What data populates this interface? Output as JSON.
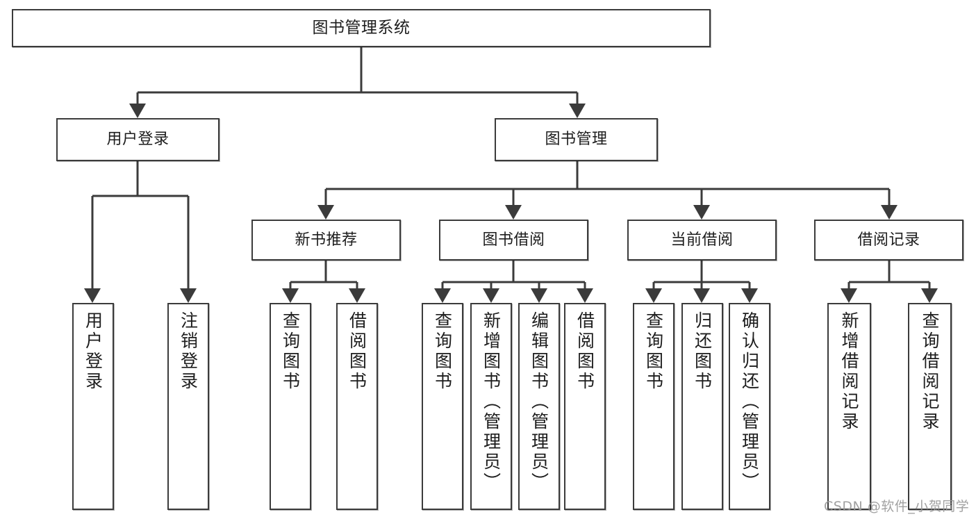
{
  "diagram": {
    "title": "图书管理系统",
    "type": "tree-hierarchy-chart",
    "stroke_color": "#3b3b3b",
    "fill_color": "#ffffff",
    "text_color": "#1d1d1d"
  },
  "nodes": {
    "root": {
      "label": "图书管理系统"
    },
    "level2": [
      {
        "label": "用户登录"
      },
      {
        "label": "图书管理"
      }
    ],
    "level3": [
      {
        "label": "新书推荐"
      },
      {
        "label": "图书借阅"
      },
      {
        "label": "当前借阅"
      },
      {
        "label": "借阅记录"
      }
    ],
    "leaves_user_login": [
      {
        "label": "用户登录"
      },
      {
        "label": "注销登录"
      }
    ],
    "leaves_new_book": [
      {
        "label": "查询图书"
      },
      {
        "label": "借阅图书"
      }
    ],
    "leaves_borrow": [
      {
        "label": "查询图书"
      },
      {
        "label": "新增图书（管理员）"
      },
      {
        "label": "编辑图书（管理员）"
      },
      {
        "label": "借阅图书"
      }
    ],
    "leaves_current": [
      {
        "label": "查询图书"
      },
      {
        "label": "归还图书"
      },
      {
        "label": "确认归还（管理员）"
      }
    ],
    "leaves_records": [
      {
        "label": "新增借阅记录"
      },
      {
        "label": "查询借阅记录"
      }
    ]
  },
  "watermark": {
    "text": "CSDN @软件_小贺同学"
  }
}
